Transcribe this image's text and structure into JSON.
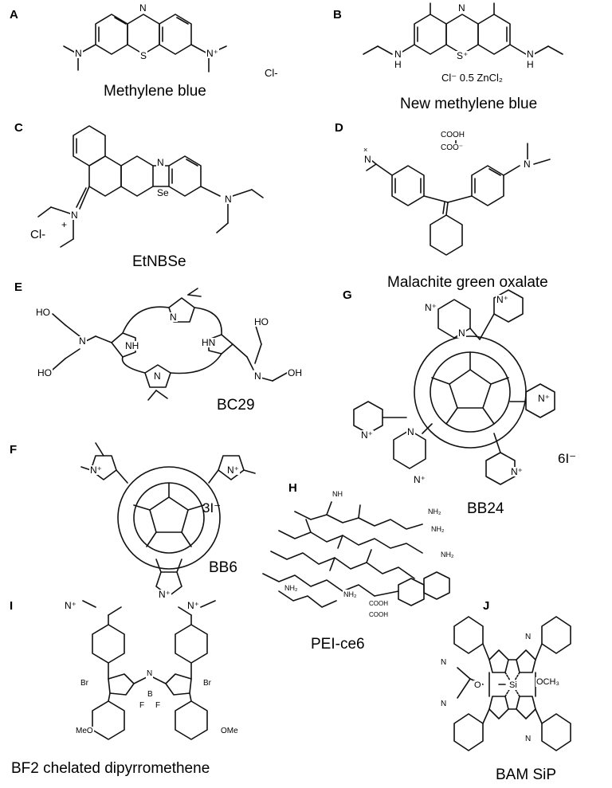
{
  "panels": [
    {
      "letter": "A",
      "name": "Methylene blue",
      "counterion": "Cl-"
    },
    {
      "letter": "B",
      "name": "New methylene blue",
      "counterion": "Cl⁻  0.5 ZnCl₂"
    },
    {
      "letter": "C",
      "name": "EtNBSe",
      "counterion": "Cl-"
    },
    {
      "letter": "D",
      "name": "Malachite green oxalate",
      "counterion": ""
    },
    {
      "letter": "E",
      "name": "BC29",
      "counterion": ""
    },
    {
      "letter": "G",
      "name": "BB24",
      "counterion": "6I⁻"
    },
    {
      "letter": "F",
      "name": "BB6",
      "counterion": "3I⁻"
    },
    {
      "letter": "H",
      "name": "PEI-ce6",
      "counterion": ""
    },
    {
      "letter": "I",
      "name": "BF2 chelated dipyrromethene",
      "counterion": ""
    },
    {
      "letter": "J",
      "name": "BAM SiP",
      "counterion": ""
    }
  ],
  "atoms": {
    "n": "N",
    "nplus": "N⁺",
    "s": "S",
    "splus": "S⁺",
    "se": "Se",
    "o": "O",
    "b": "B",
    "si": "Si",
    "nh": "NH",
    "hn": "HN",
    "h": "H",
    "ho": "HO",
    "oh": "OH",
    "br": "Br",
    "f": "F",
    "meo": "MeO",
    "ome": "OMe",
    "nh2": "NH₂",
    "cooh": "COOH",
    "coo": "COO⁻",
    "och3": "OCH₃",
    "plus": "+",
    "dot": "×"
  }
}
